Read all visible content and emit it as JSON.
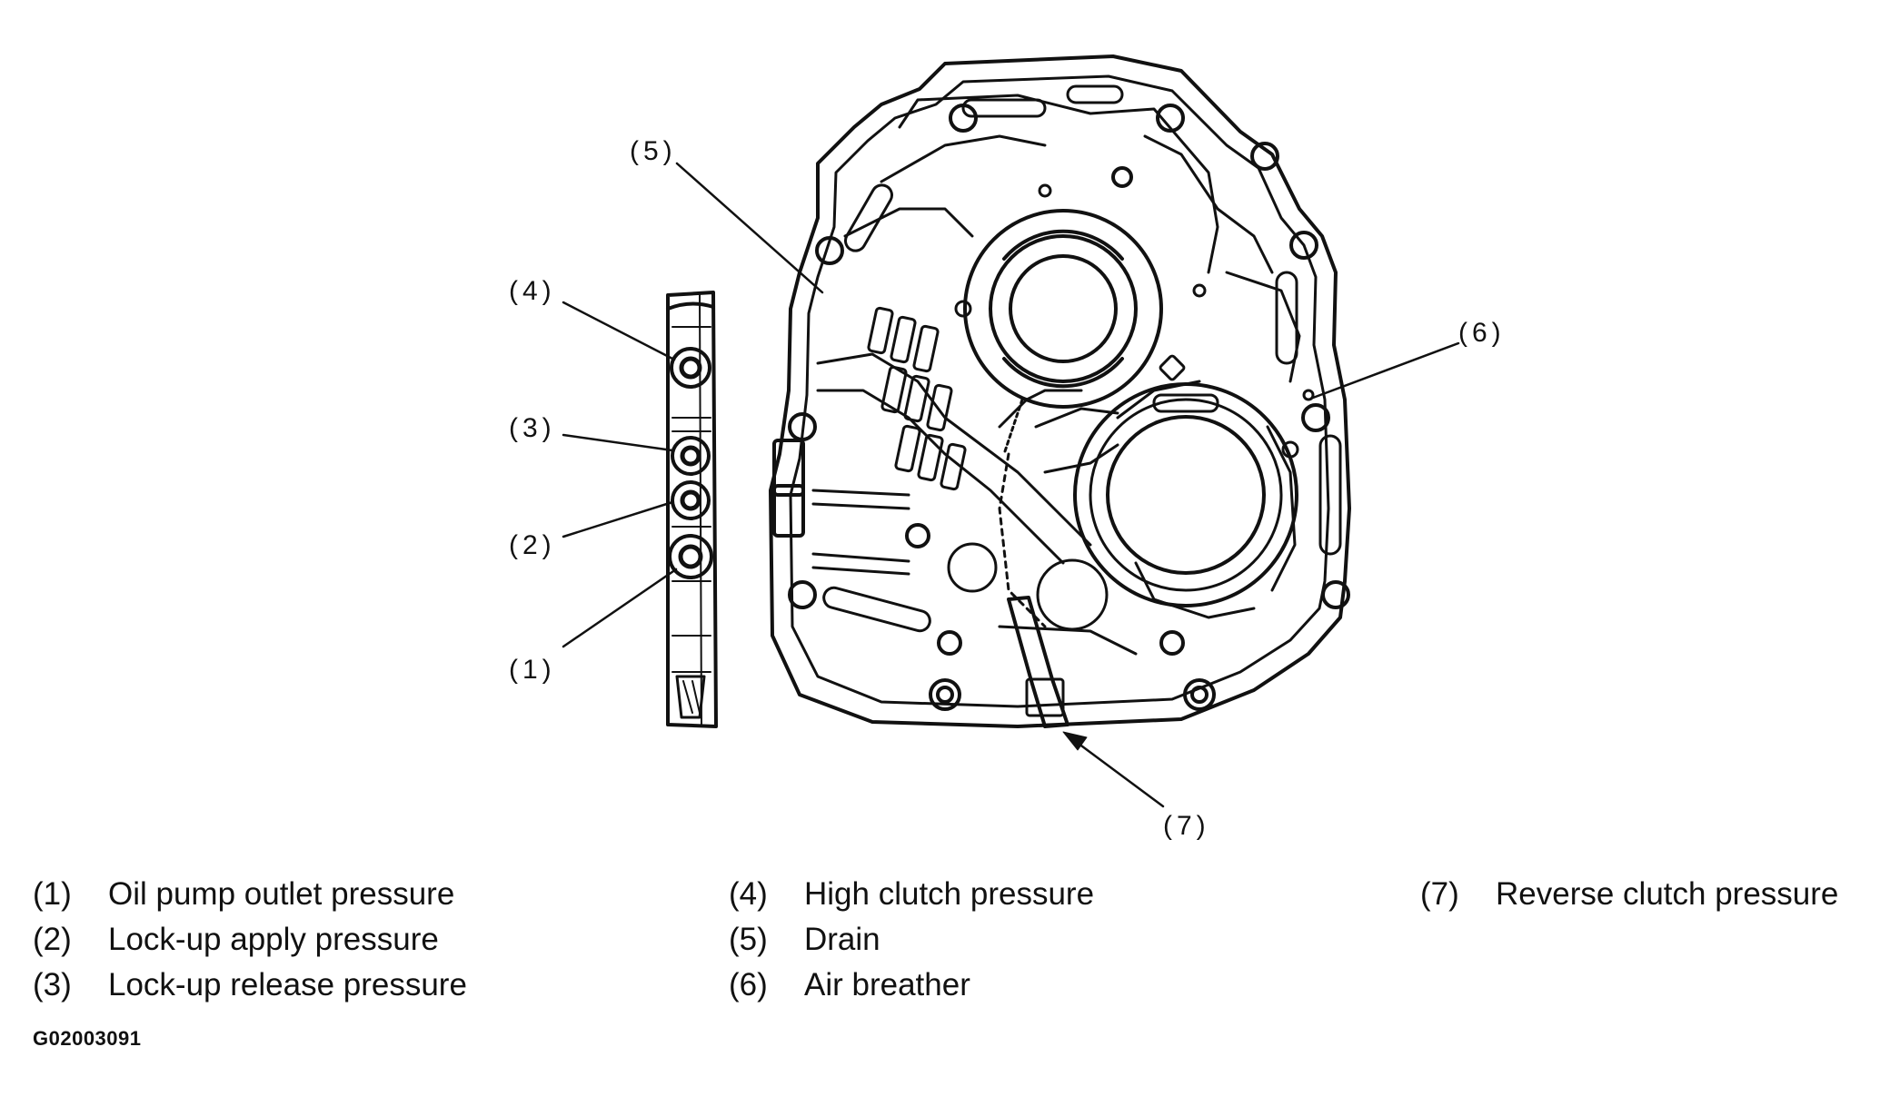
{
  "callouts": [
    {
      "id": "1",
      "label": "(1)"
    },
    {
      "id": "2",
      "label": "(2)"
    },
    {
      "id": "3",
      "label": "(3)"
    },
    {
      "id": "4",
      "label": "(4)"
    },
    {
      "id": "5",
      "label": "(5)"
    },
    {
      "id": "6",
      "label": "(6)"
    },
    {
      "id": "7",
      "label": "(7)"
    }
  ],
  "legend": [
    [
      {
        "num": "(1)",
        "text": "Oil pump outlet pressure"
      },
      {
        "num": "(2)",
        "text": "Lock-up apply pressure"
      },
      {
        "num": "(3)",
        "text": "Lock-up release pressure"
      }
    ],
    [
      {
        "num": "(4)",
        "text": "High clutch pressure"
      },
      {
        "num": "(5)",
        "text": "Drain"
      },
      {
        "num": "(6)",
        "text": "Air breather"
      }
    ],
    [
      {
        "num": "(7)",
        "text": "Reverse clutch pressure"
      }
    ]
  ],
  "figure_code": "G02003091"
}
